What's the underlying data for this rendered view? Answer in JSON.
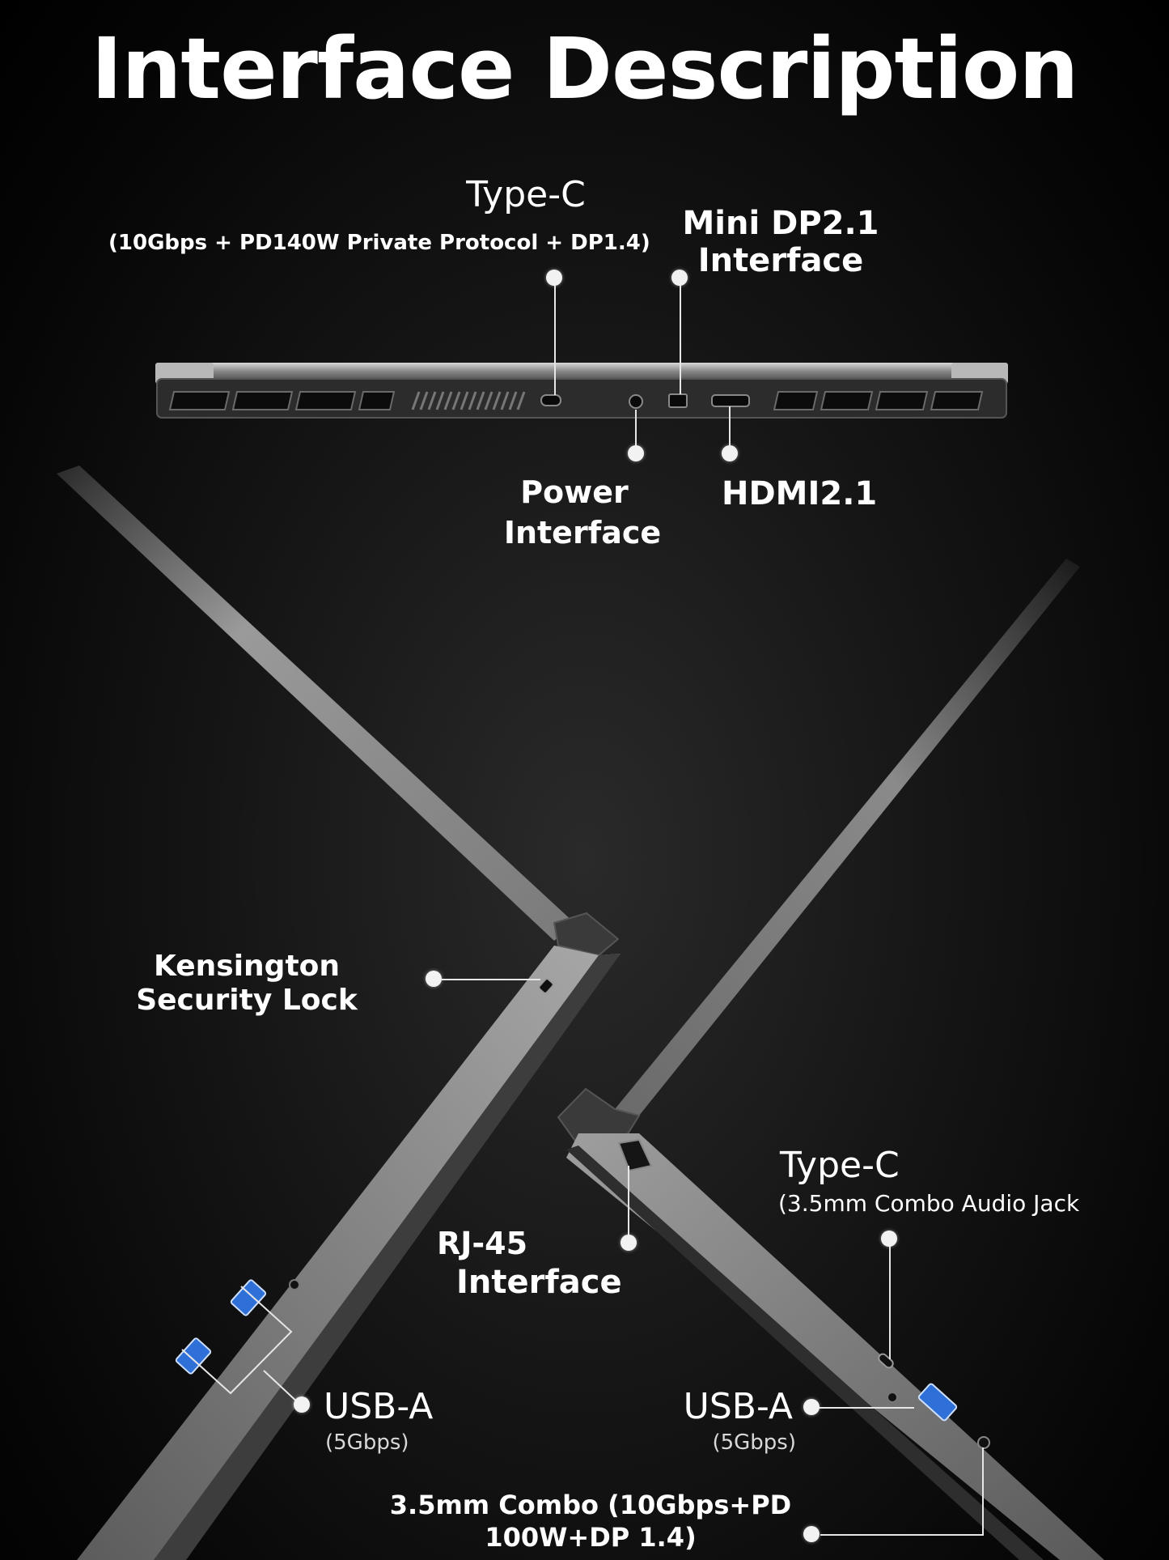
{
  "title": "Interface Description",
  "rear": {
    "typec_title": "Type-C",
    "typec_desc": "(10Gbps + PD140W Private Protocol + DP1.4)",
    "minidp_line1": "Mini DP2.1",
    "minidp_line2": "Interface",
    "power_line1": "Power",
    "power_line2": "Interface",
    "hdmi": "HDMI2.1"
  },
  "left_side": {
    "kensington_line1": "Kensington",
    "kensington_line2": "Security Lock",
    "rj45_line1": "RJ-45",
    "rj45_line2": "Interface",
    "usba_title": "USB-A",
    "usba_speed": "(5Gbps)"
  },
  "right_side": {
    "typec_title": "Type-C",
    "typec_desc": "(3.5mm Combo Audio Jack",
    "usba_title": "USB-A",
    "usba_speed": "(5Gbps)",
    "combo_line1": "3.5mm Combo (10Gbps+PD",
    "combo_line2": "100W+DP 1.4)"
  },
  "colors": {
    "background": "#000000",
    "text": "#ffffff",
    "usb_port_blue": "#2e6fd8",
    "chassis_silver": "#9a9a9a"
  }
}
